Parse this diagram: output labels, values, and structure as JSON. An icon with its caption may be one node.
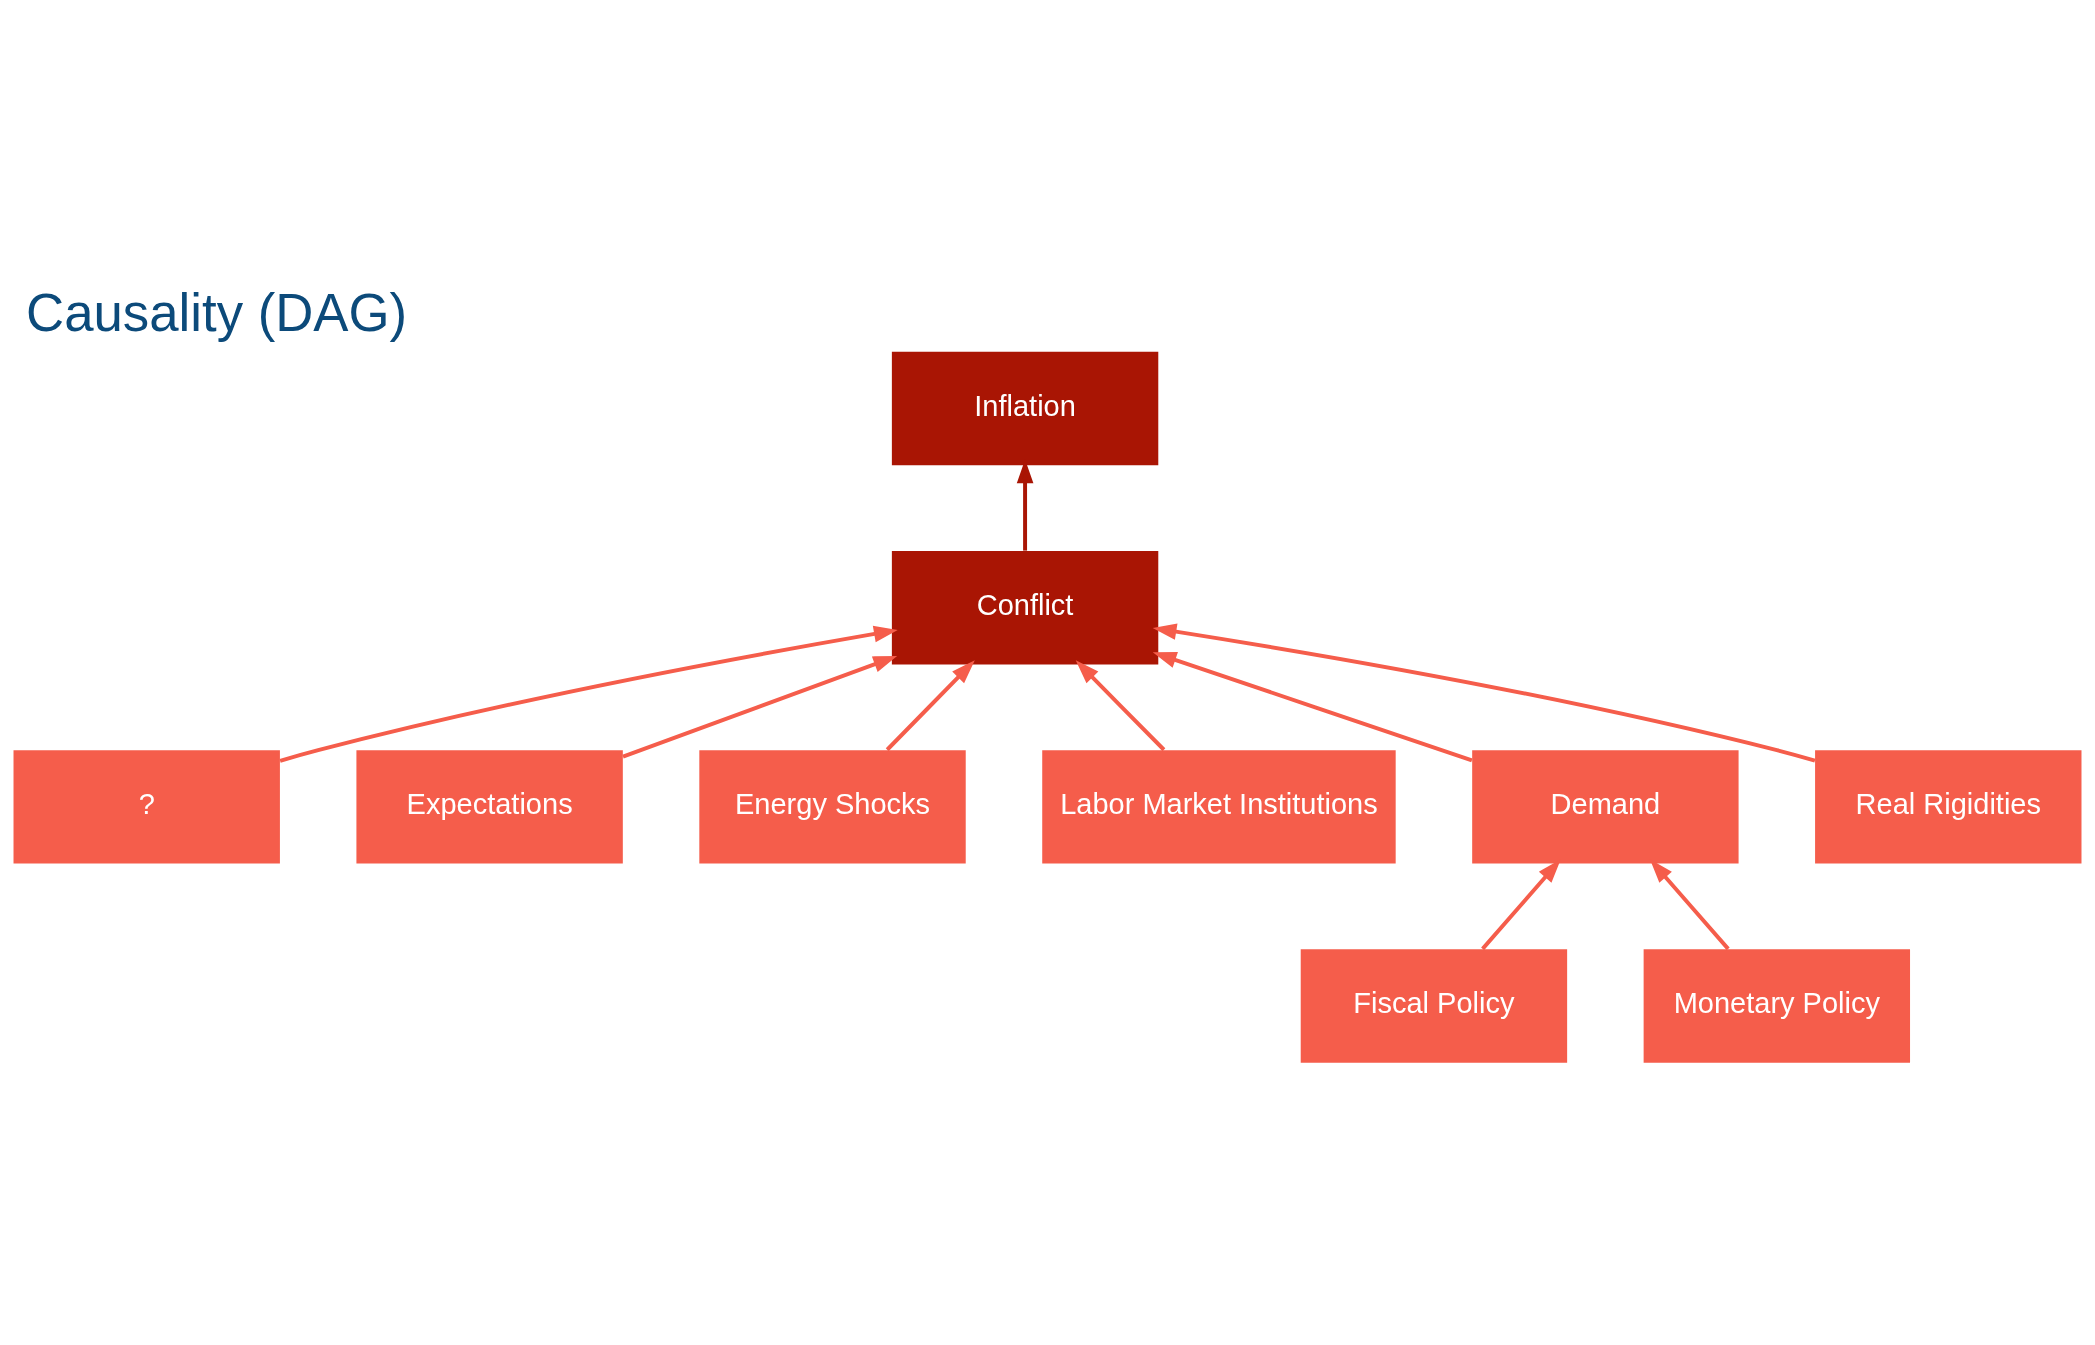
{
  "diagram": {
    "title": "Causality (DAG)",
    "nodes": [
      {
        "text": [
          "Inflation"
        ]
      },
      {
        "text": [
          "?"
        ]
      },
      {
        "text": [
          "Expectations"
        ]
      },
      {
        "text": [
          "Conflict"
        ]
      },
      {
        "text": [
          "Energy Shocks"
        ]
      },
      {
        "text": [
          "Labor Market Institutions"
        ]
      },
      {
        "text": [
          "Demand"
        ]
      },
      {
        "text": [
          "Real Rigidities"
        ]
      },
      {
        "text": [
          "Fiscal Policy"
        ]
      },
      {
        "text": [
          "Monetary Policy"
        ]
      }
    ],
    "edges": [
      {
        "from": 3,
        "to": 0,
        "arrow": "to",
        "color": "#a91504"
      },
      {
        "from": 1,
        "to": 3,
        "arrow": "to"
      },
      {
        "from": 2,
        "to": 3,
        "arrow": "to"
      },
      {
        "from": 4,
        "to": 3,
        "arrow": "to"
      },
      {
        "from": 5,
        "to": 3,
        "arrow": "to"
      },
      {
        "from": 6,
        "to": 3,
        "arrow": "to"
      },
      {
        "from": 7,
        "to": 3,
        "arrow": "to"
      },
      {
        "from": 8,
        "to": 6,
        "arrow": "to"
      },
      {
        "from": 9,
        "to": 6,
        "arrow": "to"
      }
    ]
  }
}
